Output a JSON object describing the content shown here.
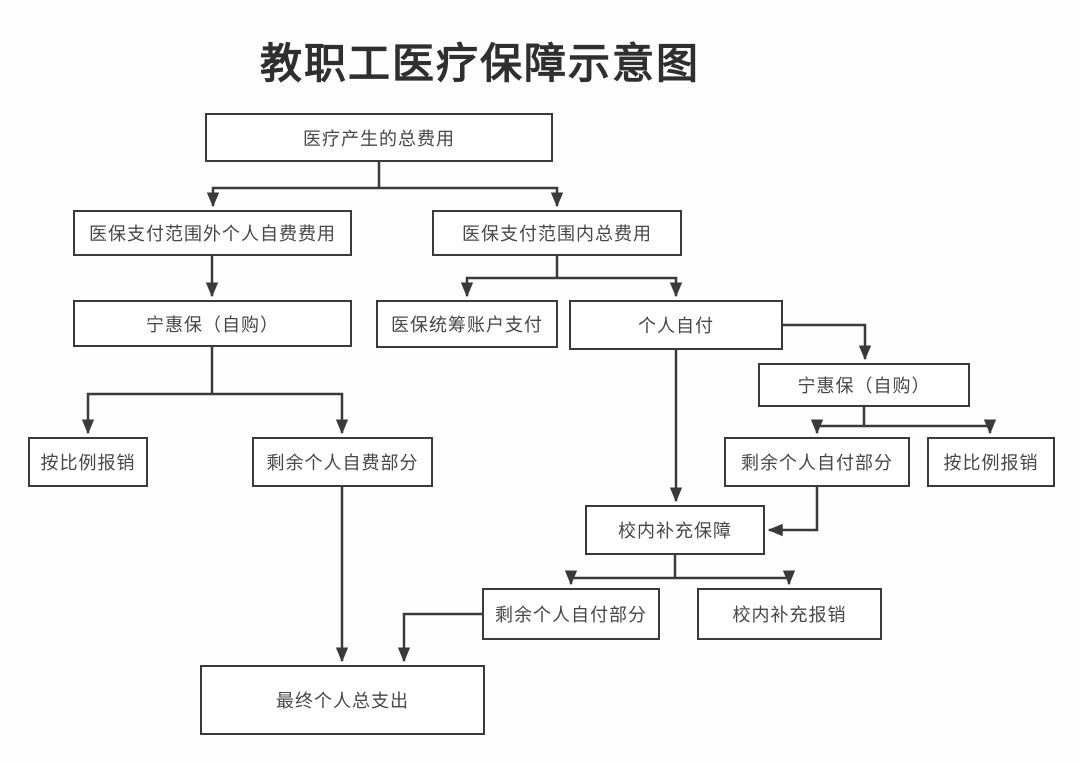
{
  "title": "教职工医疗保障示意图",
  "diagram": {
    "type": "flowchart",
    "colors": {
      "line": "#3a3a3a",
      "box_border": "#3a3a3a",
      "text": "#474747",
      "title_text": "#2f2f2f",
      "background": "#fefefe"
    },
    "nodes": [
      {
        "id": "total-cost",
        "label": "医疗产生的总费用"
      },
      {
        "id": "out-of-scope-self-funded",
        "label": "医保支付范围外个人自费费用"
      },
      {
        "id": "in-scope-total",
        "label": "医保支付范围内总费用"
      },
      {
        "id": "ninghuibao-left",
        "label": "宁惠保（自购）"
      },
      {
        "id": "pooled-account-pay",
        "label": "医保统筹账户支付"
      },
      {
        "id": "personal-self-pay",
        "label": "个人自付"
      },
      {
        "id": "ninghuibao-right",
        "label": "宁惠保（自购）"
      },
      {
        "id": "pro-rata-reimburse-left",
        "label": "按比例报销"
      },
      {
        "id": "remaining-self-funded",
        "label": "剩余个人自费部分"
      },
      {
        "id": "remaining-self-pay-right",
        "label": "剩余个人自付部分"
      },
      {
        "id": "pro-rata-reimburse-right",
        "label": "按比例报销"
      },
      {
        "id": "campus-supplement",
        "label": "校内补充保障"
      },
      {
        "id": "remaining-self-pay-bottom",
        "label": "剩余个人自付部分"
      },
      {
        "id": "campus-supplement-reimburse",
        "label": "校内补充报销"
      },
      {
        "id": "final-personal-total",
        "label": "最终个人总支出"
      }
    ],
    "edges": [
      {
        "from": "total-cost",
        "to": "out-of-scope-self-funded"
      },
      {
        "from": "total-cost",
        "to": "in-scope-total"
      },
      {
        "from": "out-of-scope-self-funded",
        "to": "ninghuibao-left"
      },
      {
        "from": "in-scope-total",
        "to": "pooled-account-pay"
      },
      {
        "from": "in-scope-total",
        "to": "personal-self-pay"
      },
      {
        "from": "ninghuibao-left",
        "to": "pro-rata-reimburse-left"
      },
      {
        "from": "ninghuibao-left",
        "to": "remaining-self-funded"
      },
      {
        "from": "personal-self-pay",
        "to": "ninghuibao-right"
      },
      {
        "from": "personal-self-pay",
        "to": "campus-supplement"
      },
      {
        "from": "ninghuibao-right",
        "to": "remaining-self-pay-right"
      },
      {
        "from": "ninghuibao-right",
        "to": "pro-rata-reimburse-right"
      },
      {
        "from": "remaining-self-pay-right",
        "to": "campus-supplement"
      },
      {
        "from": "campus-supplement",
        "to": "remaining-self-pay-bottom"
      },
      {
        "from": "campus-supplement",
        "to": "campus-supplement-reimburse"
      },
      {
        "from": "remaining-self-funded",
        "to": "final-personal-total"
      },
      {
        "from": "remaining-self-pay-bottom",
        "to": "final-personal-total"
      }
    ]
  }
}
